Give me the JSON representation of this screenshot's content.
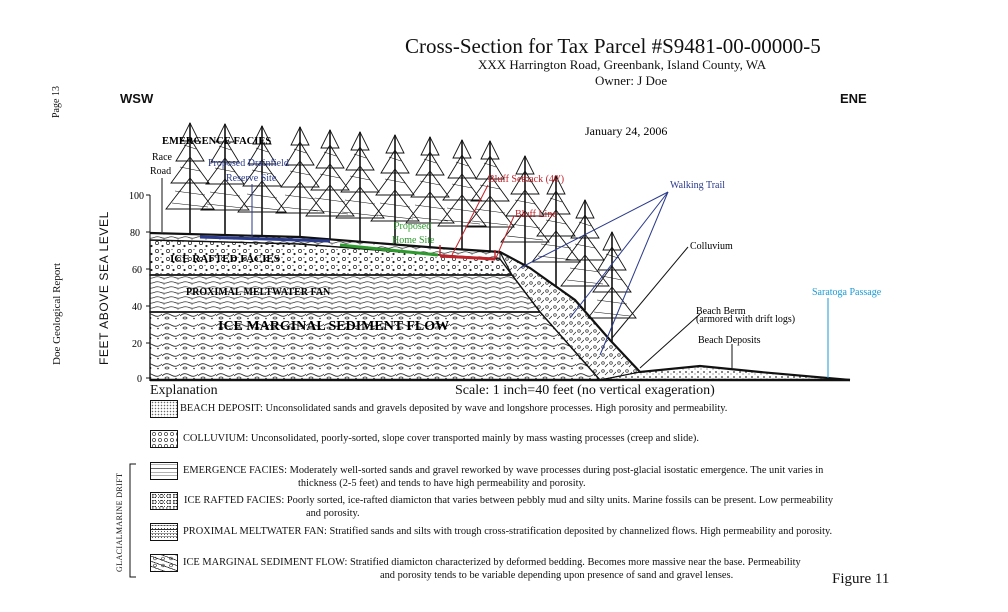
{
  "header": {
    "title": "Cross-Section for Tax Parcel #S9481-00-00000-5",
    "address": "XXX Harrington Road, Greenbank, Island County, WA",
    "owner": "Owner: J Doe",
    "date": "January 24, 2006",
    "direction_left": "WSW",
    "direction_right": "ENE"
  },
  "margin": {
    "page": "Page 13",
    "report": "Doe Geological Report"
  },
  "axis": {
    "title": "FEET ABOVE SEA LEVEL",
    "ticks": [
      "100",
      "80",
      "60",
      "40",
      "20",
      "0"
    ]
  },
  "labels": {
    "emergence_facies": "EMERGENCE FACIES",
    "race_road_1": "Race",
    "race_road_2": "Road",
    "drainfield_1": "Proposed Drainfield",
    "drainfield_2": "Reserve Site",
    "home_site_1": "Proposed",
    "home_site_2": "Home Site",
    "bluff_setback": "Bluff Setback (40')",
    "bluff_line": "Bluff Line",
    "walking_trail": "Walking Trail",
    "colluvium": "Colluvium",
    "ice_rafted": "ICE RAFTED FACIES",
    "proximal": "PROXIMAL MELTWATER FAN",
    "ice_marginal": "ICE MARGINAL SEDIMENT FLOW",
    "beach_berm_1": "Beach Berm",
    "beach_berm_2": "(armored with drift logs)",
    "beach_deposits": "Beach Deposits",
    "saratoga": "Saratoga Passage"
  },
  "explanation": {
    "heading": "Explanation",
    "scale": "Scale: 1 inch=40 feet (no vertical exageration)",
    "group_label": "GLACIALMARINE DRIFT",
    "items": [
      {
        "text": "BEACH DEPOSIT: Unconsolidated sands and gravels deposited by wave and longshore processes.  High porosity and permeability.",
        "cont": ""
      },
      {
        "text": "COLLUVIUM:   Unconsolidated, poorly-sorted, slope cover transported mainly by mass wasting processes (creep and slide).",
        "cont": ""
      },
      {
        "text": "EMERGENCE FACIES:  Moderately well-sorted sands and gravel reworked by wave processes during post-glacial isostatic emergence.  The unit varies in",
        "cont": "thickness (2-5 feet) and tends to have high permeability and porosity."
      },
      {
        "text": "ICE RAFTED FACIES:  Poorly sorted, ice-rafted diamicton that varies between pebbly mud and silty units.  Marine fossils can be present.  Low permeability",
        "cont": "and porosity."
      },
      {
        "text": "PROXIMAL MELTWATER FAN: Stratified sands and silts with trough cross-stratification deposited by channelized flows.  High permeability and porosity.",
        "cont": ""
      },
      {
        "text": "ICE MARGINAL SEDIMENT FLOW:  Stratified diamicton characterized by deformed bedding.  Becomes more massive near the base.  Permeability",
        "cont": "and porosity tends to be variable depending upon presence of sand and gravel lenses."
      }
    ]
  },
  "figure_label": "Figure 11",
  "colors": {
    "drainfield": "#2a3a8c",
    "home_site": "#2e9a2e",
    "bluff": "#c0232a",
    "trail": "#2a3a8c",
    "saratoga": "#1a9ad6"
  }
}
